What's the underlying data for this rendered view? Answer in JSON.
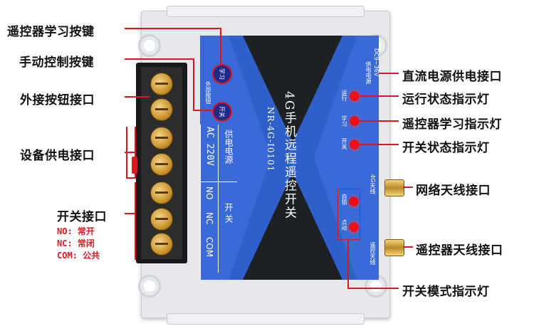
{
  "device": {
    "title": "4G手机远程遥控开关",
    "model": "NR-4G-I0101",
    "power_header": "供电电源",
    "power_value": "AC 220V",
    "switch_header": "开 关",
    "terminal_labels": [
      "NO",
      "NC",
      "COM"
    ],
    "btn_learn": "学习",
    "btn_manual": "开关",
    "ext_button_label": "外部按钮",
    "dc_label": "DC9~36V",
    "dc_power_label": "供电电源",
    "run_label": "运行",
    "learn_label": "学习",
    "switch_label": "开关",
    "net_antenna_label": "4G天线",
    "self_lock_label": "自锁",
    "momentary_label": "点动",
    "remote_antenna_label": "遥控天线"
  },
  "callouts": {
    "remote_learn_button": "遥控器学习按键",
    "manual_button": "手动控制按键",
    "ext_button_port": "外接按钮接口",
    "device_power_port": "设备供电接口",
    "switch_port": "开关接口",
    "no_note": "NO: 常开",
    "nc_note": "NC: 常闭",
    "com_note": "COM: 公共",
    "dc_power_port": "直流电源供电接口",
    "run_indicator": "运行状态指示灯",
    "learn_indicator": "遥控器学习指示灯",
    "switch_indicator": "开关状态指示灯",
    "network_antenna_port": "网络天线接口",
    "remote_antenna_port": "遥控器天线接口",
    "mode_indicator": "开关模式指示灯"
  },
  "colors": {
    "accent_red": "#e0141e",
    "panel_blue": "#2f5fc9",
    "panel_dark": "#1e2123",
    "case_gray": "#e2e4e7"
  }
}
